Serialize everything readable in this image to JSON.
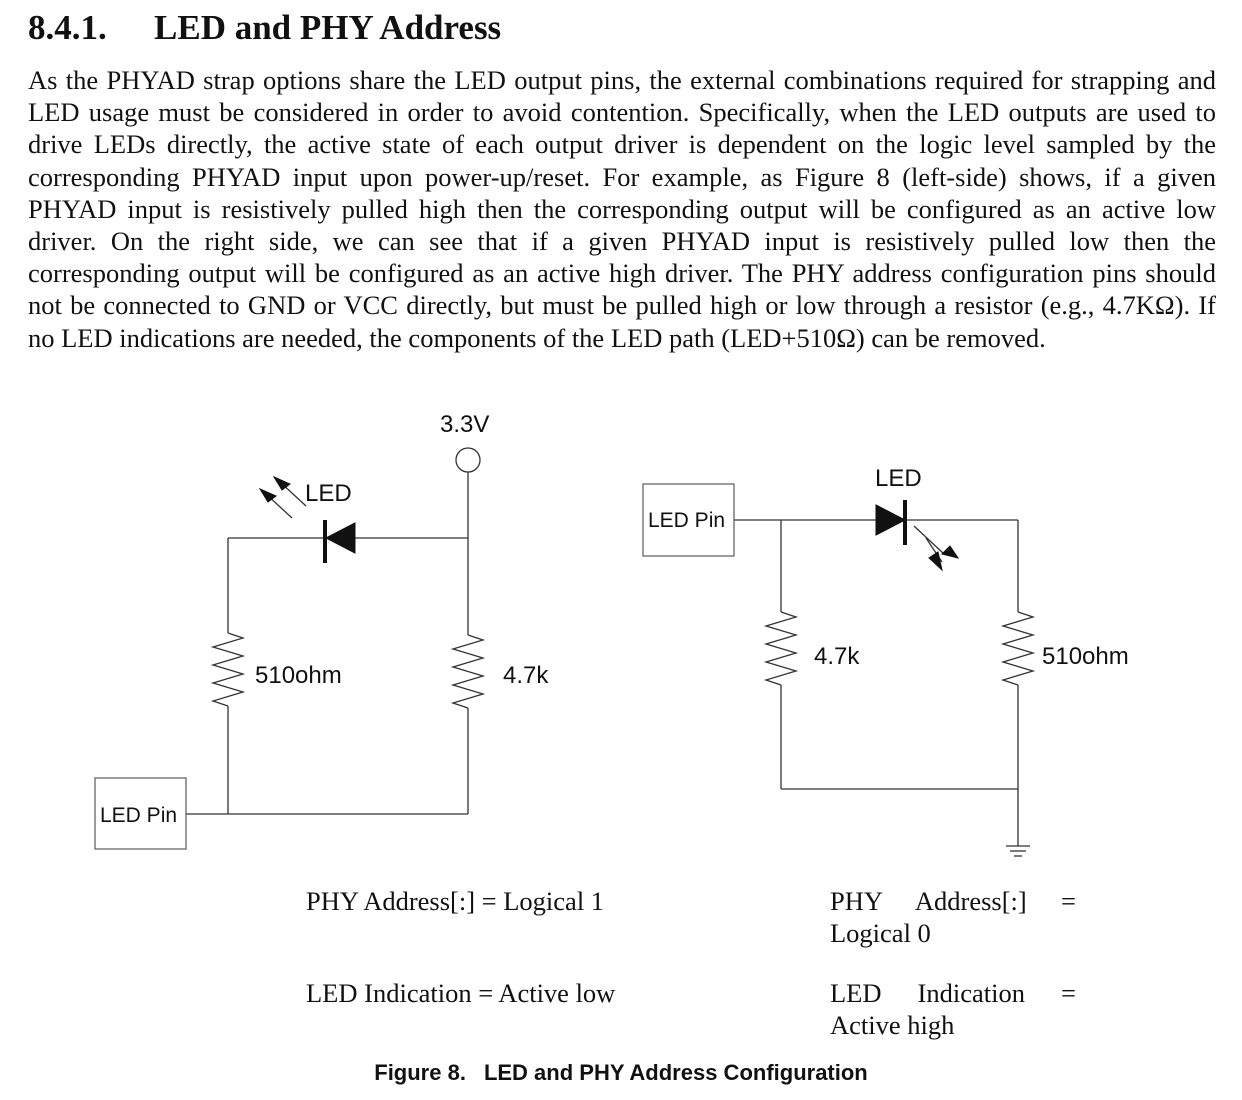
{
  "section": {
    "number": "8.4.1.",
    "title": "LED and PHY Address",
    "paragraph": "As the PHYAD strap options share the LED output pins, the external combinations required for strapping and LED usage must be considered in order to avoid contention. Specifically, when the LED outputs are used to drive LEDs directly, the active state of each output driver is dependent on the logic level sampled by the corresponding PHYAD input upon power-up/reset. For example, as Figure 8 (left-side) shows, if a given PHYAD input is resistively pulled high then the corresponding output will be configured as an active low driver. On the right side, we can see that if a given PHYAD input is resistively pulled low then the corresponding output will be configured as an active high driver. The PHY address configuration pins should not be connected to GND or VCC directly, but must be pulled high or low through a resistor (e.g., 4.7KΩ). If no LED indications are needed, the components of the LED path (LED+510Ω) can be removed."
  },
  "diagram": {
    "left": {
      "supply": "3.3V",
      "led": "LED",
      "led_resistor": "510ohm",
      "pull_resistor": "4.7k",
      "pin": "LED Pin"
    },
    "right": {
      "pin": "LED Pin",
      "led": "LED",
      "pull_resistor": "4.7k",
      "led_resistor": "510ohm"
    }
  },
  "captions": {
    "left_address": "PHY Address[:] = Logical 1",
    "left_indication": "LED Indication = Active low",
    "right_address_1": "PHY Address[:] =",
    "right_address_2": "Logical 0",
    "right_indication_1": "LED Indication =",
    "right_indication_2": "Active high"
  },
  "figure": {
    "label": "Figure 8.",
    "title": "LED and PHY Address Configuration"
  }
}
